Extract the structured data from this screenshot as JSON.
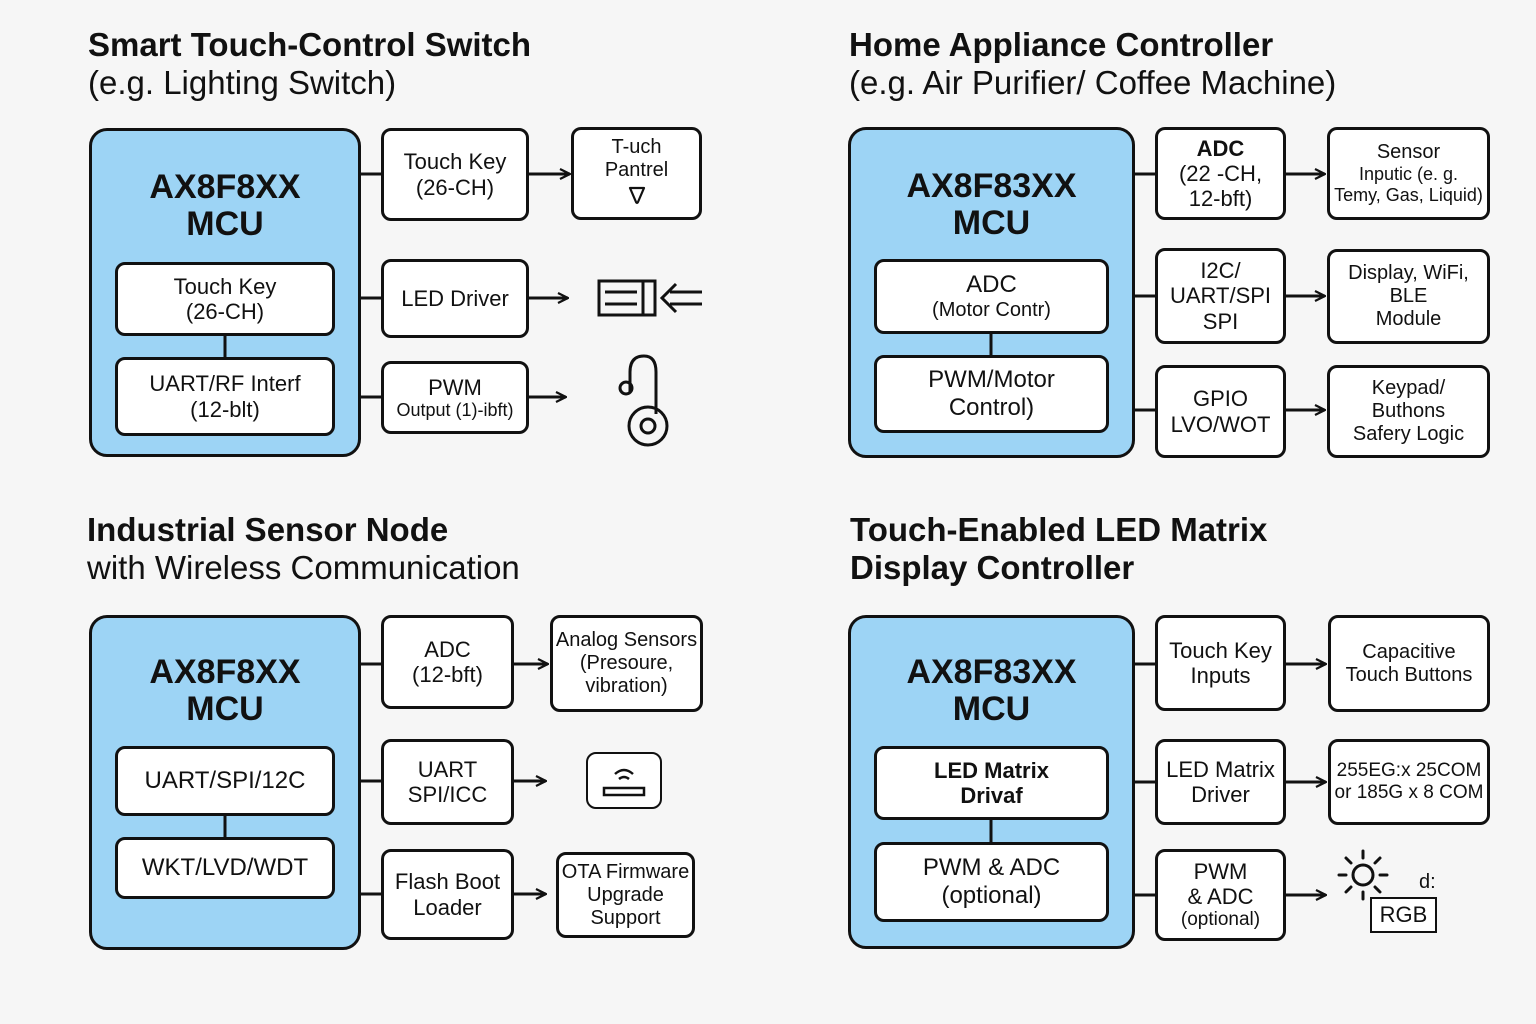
{
  "q1": {
    "title_bold": "Smart Touch-Control Switch",
    "title_sub": "(e.g. Lighting Switch)",
    "mcu": [
      "AX8F8XX",
      "MCU"
    ],
    "inner": [
      [
        "Touch Key",
        "(26-CH)"
      ],
      [
        "UART/RF Interf",
        "(12-blt)"
      ]
    ],
    "mid": [
      [
        "Touch Key",
        "(26-CH)"
      ],
      [
        "LED Driver"
      ],
      [
        "PWM",
        "Output (1)-ibft)"
      ]
    ],
    "out": [
      [
        "T-uch",
        "Pantrel"
      ]
    ],
    "icons": [
      "touch-panel-icon",
      "led-strip-icon",
      "appliance-plug-icon"
    ]
  },
  "q2": {
    "title_bold": "Home Appliance Controller",
    "title_sub": "(e.g. Air Purifier/ Coffee Machine)",
    "mcu": [
      "AX8F83XX",
      "MCU"
    ],
    "inner": [
      [
        "ADC",
        "(Motor Contr)"
      ],
      [
        "PWM/Motor",
        "Control)"
      ]
    ],
    "mid": [
      [
        "ADC",
        "(22 -CH,",
        "12-bft)"
      ],
      [
        "I2C/",
        "UART/SPI",
        "SPI"
      ],
      [
        "GPIO",
        "LVO/WOT"
      ]
    ],
    "out": [
      [
        "Sensor",
        "Inputic (e. g.",
        "Temy, Gas, Liquid)"
      ],
      [
        "Display, WiFi,",
        "BLE",
        "Module"
      ],
      [
        "Keypad/",
        "Buthons",
        "Safery Logic"
      ]
    ]
  },
  "q3": {
    "title_bold": "Industrial Sensor Node",
    "title_sub": "with Wireless Communication",
    "mcu": [
      "AX8F8XX",
      "MCU"
    ],
    "inner": [
      [
        "UART/SPI/12C"
      ],
      [
        "WKT/LVD/WDT"
      ]
    ],
    "mid": [
      [
        "ADC",
        "(12-bft)"
      ],
      [
        "UART",
        "SPI/ICC"
      ],
      [
        "Flash Boot",
        "Loader"
      ]
    ],
    "out": [
      [
        "Analog Sensors",
        "(Presoure,",
        "vibration)"
      ],
      [
        "OTA Firmware",
        "Upgrade",
        "Support"
      ]
    ],
    "icons": [
      "wireless-module-icon"
    ]
  },
  "q4": {
    "title_bold": "Touch-Enabled LED Matrix",
    "title_sub": "Display Controller",
    "mcu": [
      "AX8F83XX",
      "MCU"
    ],
    "inner": [
      [
        "LED Matrix",
        "Drivaf"
      ],
      [
        "PWM & ADC",
        "(optional)"
      ]
    ],
    "mid": [
      [
        "Touch Key",
        "Inputs"
      ],
      [
        "LED Matrix",
        "Driver"
      ],
      [
        "PWM",
        "& ADC",
        "(optional)"
      ]
    ],
    "out": [
      [
        "Capacitive",
        "Touch Buttons"
      ],
      [
        "255EG:x 25COM",
        "or 185G x 8 COM"
      ]
    ],
    "icons": [
      "sun-icon"
    ],
    "rgb_label": "RGB",
    "tiny": "d:"
  }
}
